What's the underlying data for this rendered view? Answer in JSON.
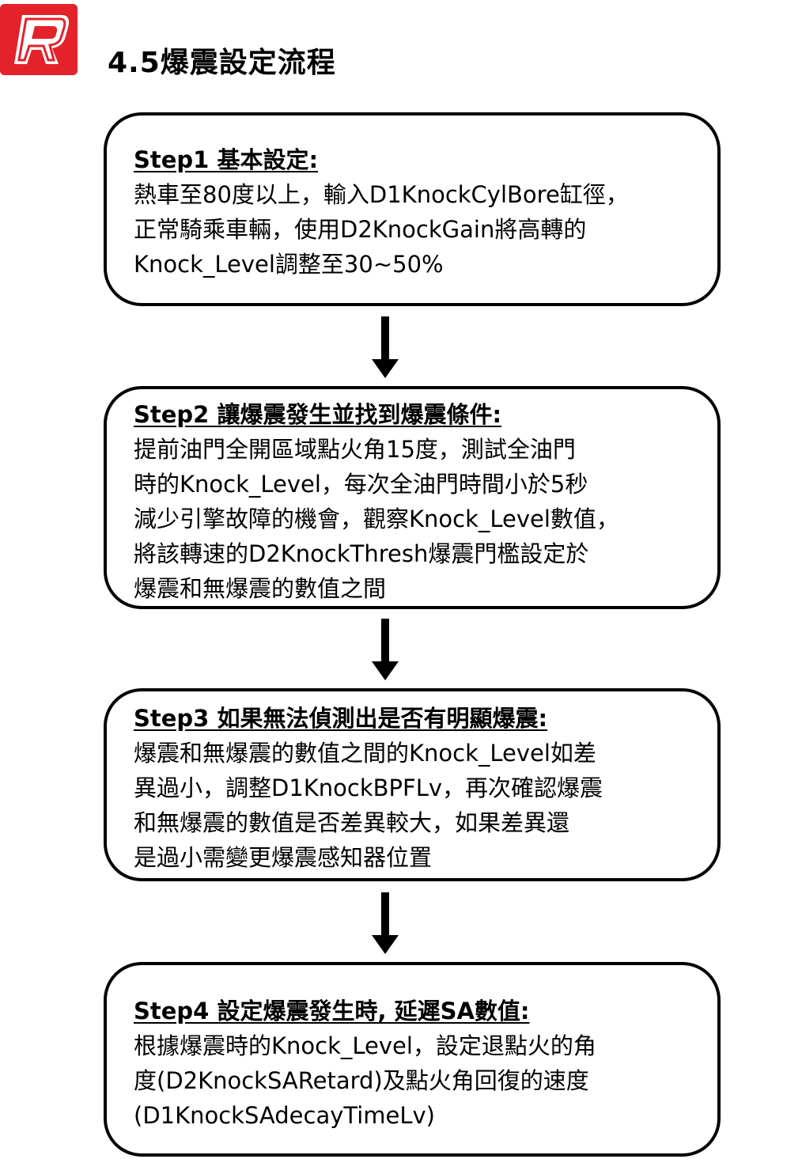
{
  "header": {
    "logo_icon": "red-r-logo-icon",
    "logo_color": "#e3222a",
    "title": "4.5爆震設定流程"
  },
  "steps": [
    {
      "heading": "Step1 基本設定:",
      "lines": [
        "熱車至80度以上，輸入D1KnockCylBore缸徑，",
        "正常騎乘車輛，使用D2KnockGain將高轉的",
        "Knock_Level調整至30~50%"
      ]
    },
    {
      "heading": "Step2 讓爆震發生並找到爆震條件:",
      "lines": [
        "提前油門全開區域點火角15度，測試全油門",
        "時的Knock_Level，每次全油門時間小於5秒",
        "減少引擎故障的機會，觀察Knock_Level數值，",
        "將該轉速的D2KnockThresh爆震門檻設定於",
        "爆震和無爆震的數值之間"
      ]
    },
    {
      "heading": "Step3 如果無法偵測出是否有明顯爆震:",
      "lines": [
        "爆震和無爆震的數值之間的Knock_Level如差",
        "異過小，調整D1KnockBPFLv，再次確認爆震",
        "和無爆震的數值是否差異較大，如果差異還",
        "是過小需變更爆震感知器位置"
      ]
    },
    {
      "heading": "Step4 設定爆震發生時, 延遲SA數值:",
      "lines": [
        "根據爆震時的Knock_Level，設定退點火的角",
        "度(D2KnockSARetard)及點火角回復的速度",
        "(D1KnockSAdecayTimeLv)"
      ]
    }
  ],
  "arrow_icon": "arrow-down-icon"
}
